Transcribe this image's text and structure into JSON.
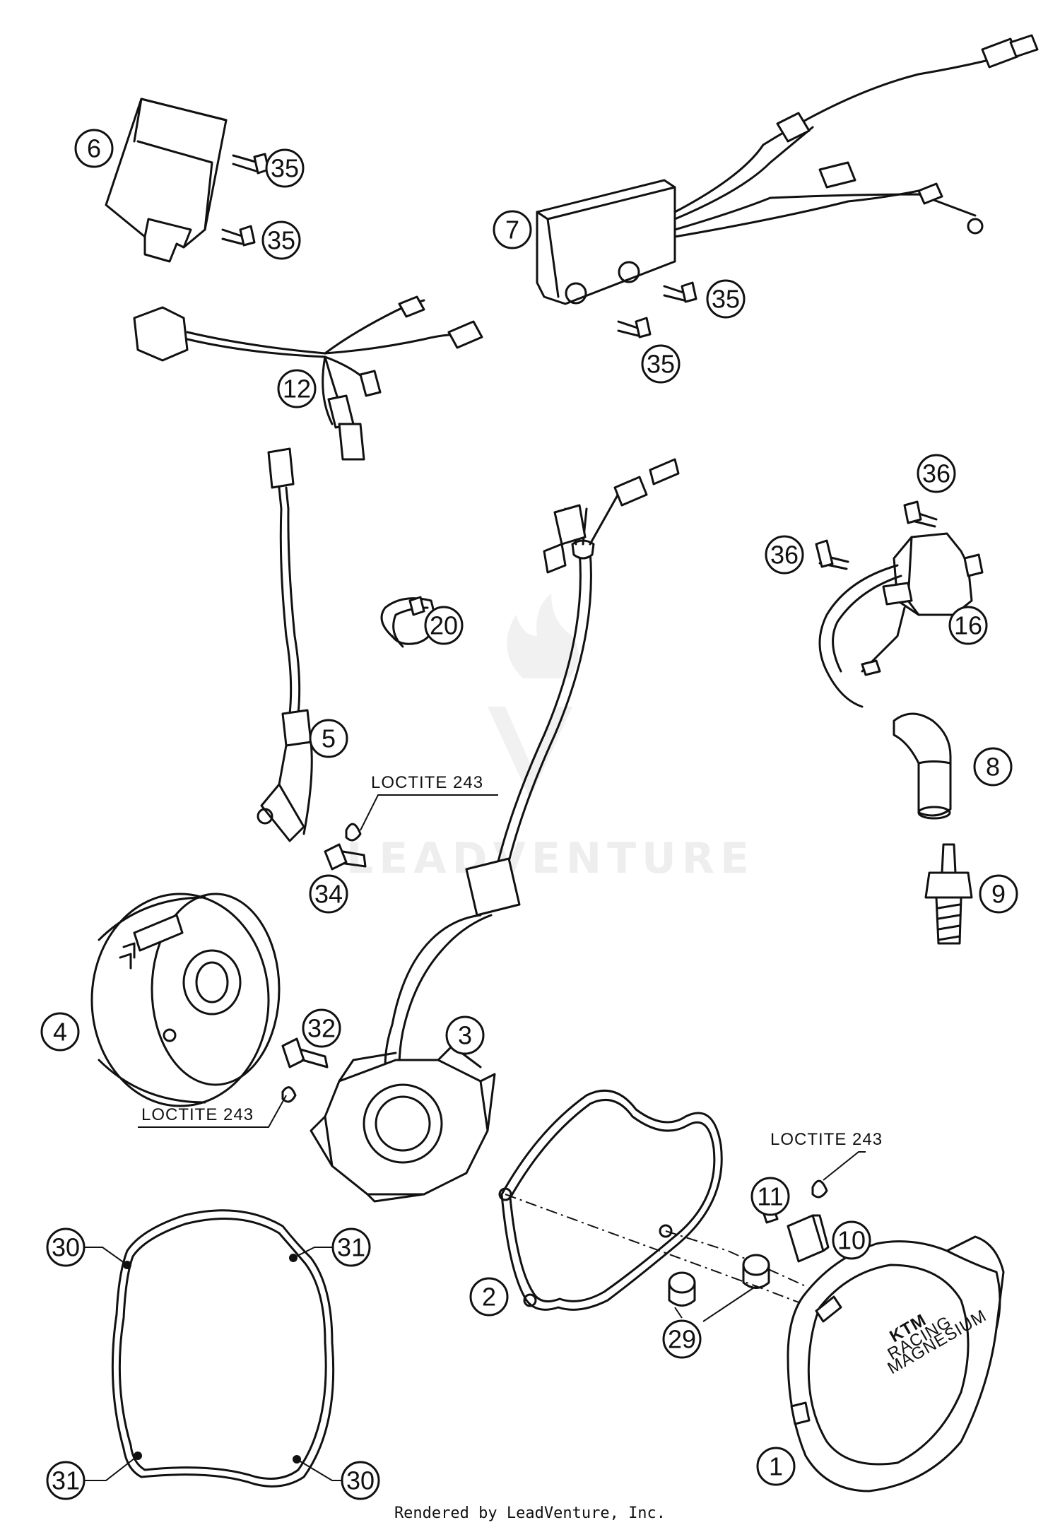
{
  "diagram": {
    "callouts": [
      {
        "id": "c1",
        "label": "1"
      },
      {
        "id": "c2",
        "label": "2"
      },
      {
        "id": "c3",
        "label": "3"
      },
      {
        "id": "c4",
        "label": "4"
      },
      {
        "id": "c5",
        "label": "5"
      },
      {
        "id": "c6",
        "label": "6"
      },
      {
        "id": "c7",
        "label": "7"
      },
      {
        "id": "c8",
        "label": "8"
      },
      {
        "id": "c9",
        "label": "9"
      },
      {
        "id": "c10",
        "label": "10"
      },
      {
        "id": "c11",
        "label": "11"
      },
      {
        "id": "c12",
        "label": "12"
      },
      {
        "id": "c16",
        "label": "16"
      },
      {
        "id": "c20",
        "label": "20"
      },
      {
        "id": "c29",
        "label": "29"
      },
      {
        "id": "c30a",
        "label": "30"
      },
      {
        "id": "c30b",
        "label": "30"
      },
      {
        "id": "c31a",
        "label": "31"
      },
      {
        "id": "c31b",
        "label": "31"
      },
      {
        "id": "c32",
        "label": "32"
      },
      {
        "id": "c34",
        "label": "34"
      },
      {
        "id": "c35a",
        "label": "35"
      },
      {
        "id": "c35b",
        "label": "35"
      },
      {
        "id": "c35c",
        "label": "35"
      },
      {
        "id": "c35d",
        "label": "35"
      },
      {
        "id": "c36a",
        "label": "36"
      },
      {
        "id": "c36b",
        "label": "36"
      }
    ],
    "notes": {
      "loctite_1": "LOCTITE 243",
      "loctite_2": "LOCTITE 243",
      "loctite_3": "LOCTITE 243"
    },
    "cover_logo": {
      "brand": "KTM",
      "line1": "RACING",
      "line2": "MAGNESIUM"
    },
    "watermark": "LEADVENTURE",
    "credit": "Rendered by LeadVenture, Inc."
  }
}
